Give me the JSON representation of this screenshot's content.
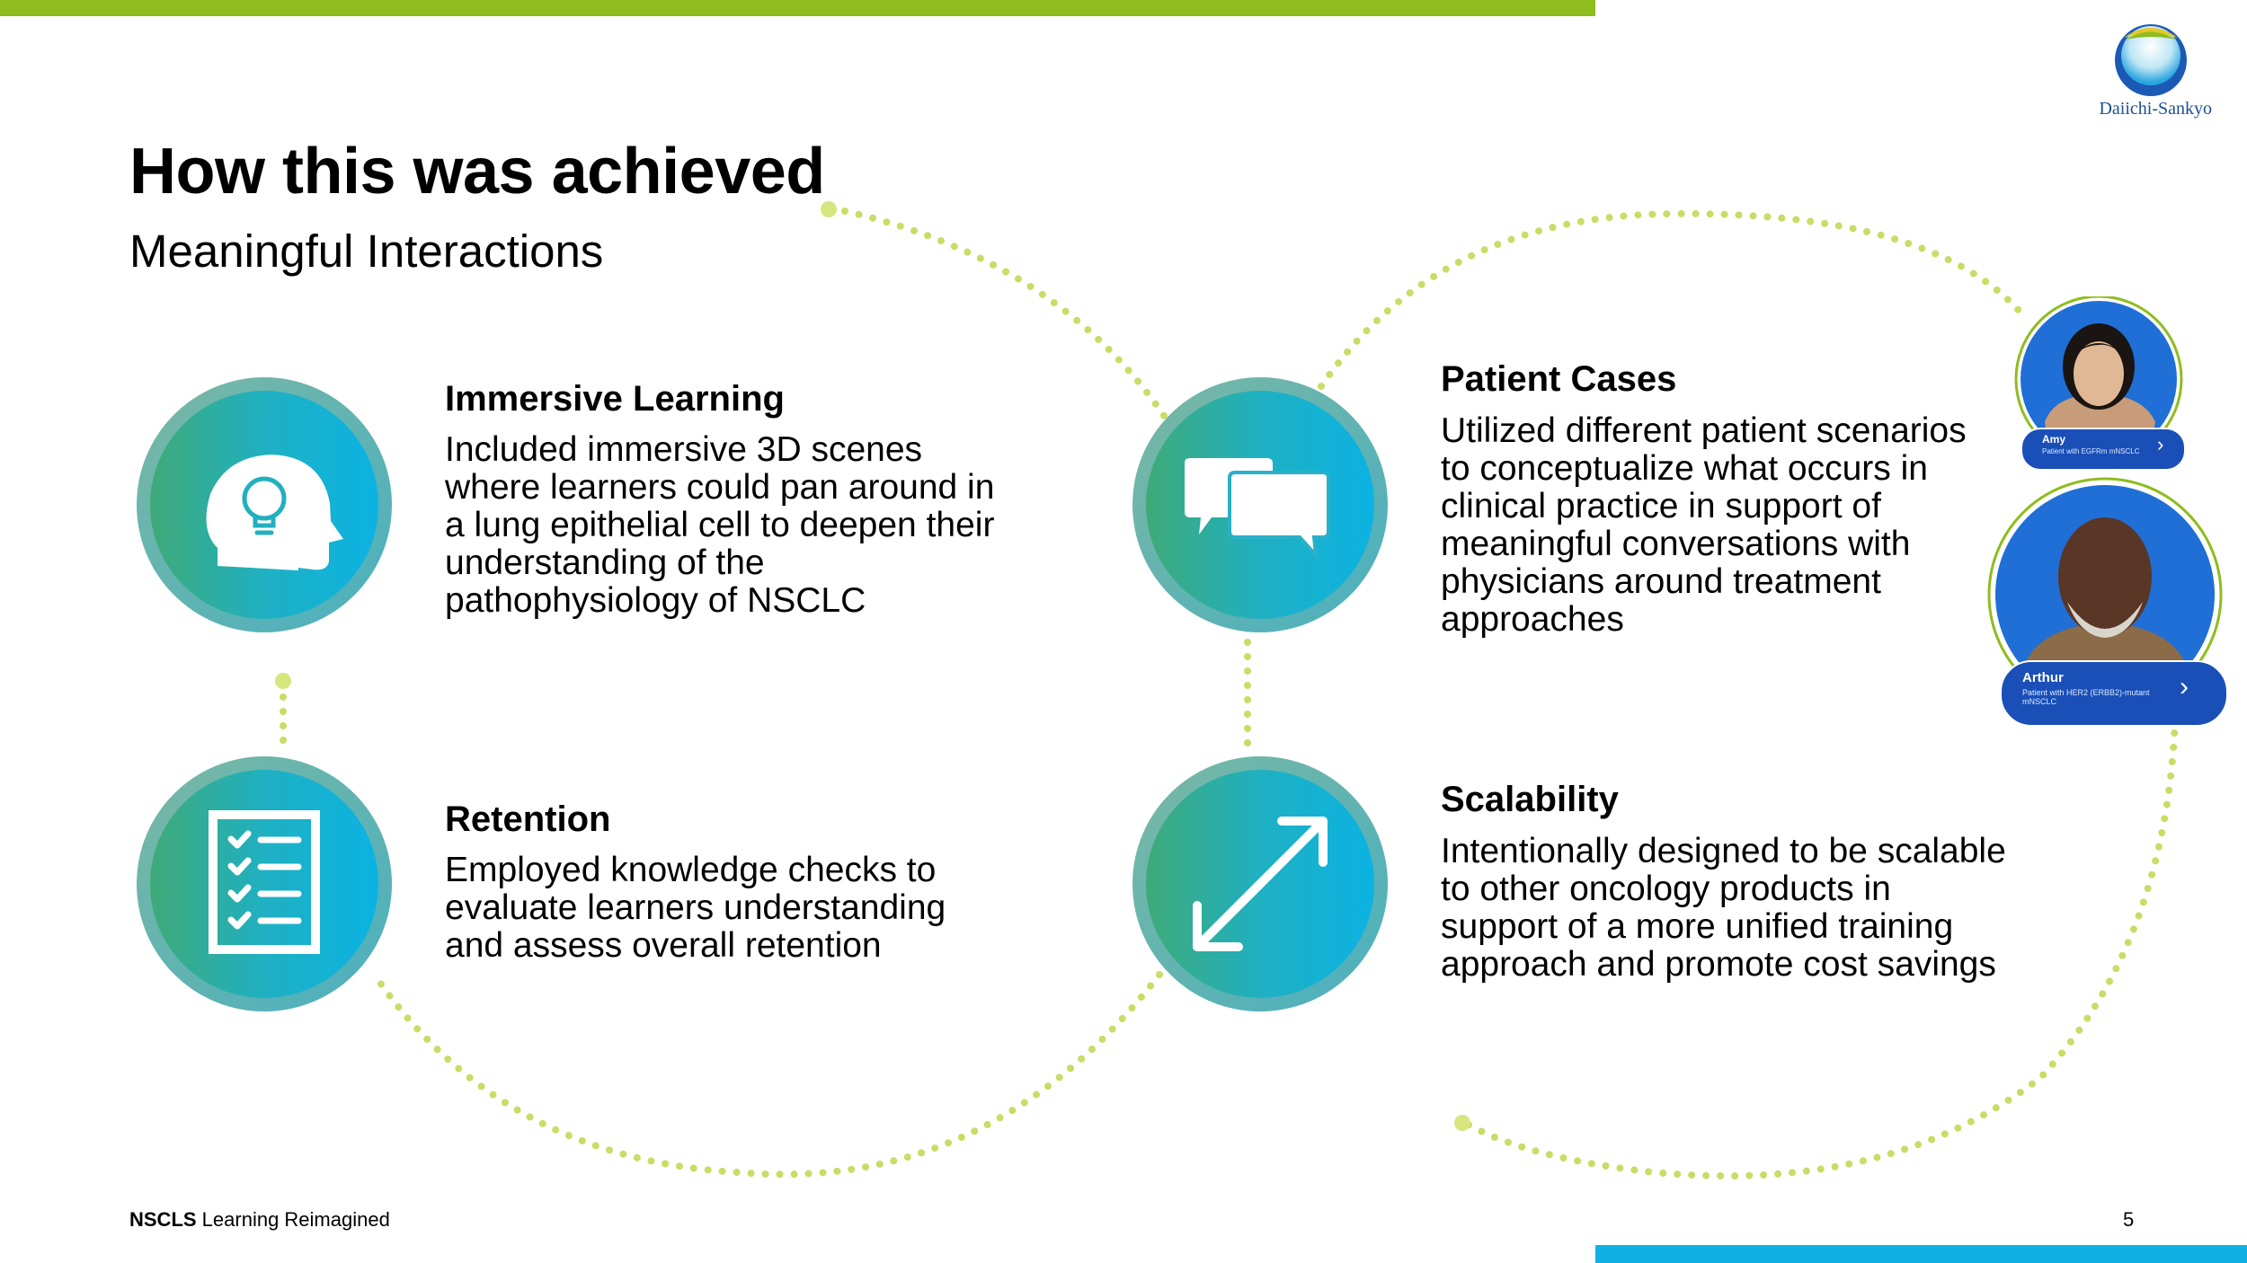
{
  "header": {
    "title": "How this was achieved",
    "subtitle": "Meaningful Interactions"
  },
  "brand": {
    "logo_text": "Daiichi-Sankyo",
    "accent_green": "#8fbc1e",
    "accent_blue": "#0fb0e4"
  },
  "features": [
    {
      "title": "Immersive Learning",
      "body": "Included immersive 3D scenes where learners could pan around in a lung epithelial cell to deepen their understanding of the pathophysiology of NSCLC",
      "icon": "head-lightbulb-icon"
    },
    {
      "title": "Retention",
      "body": "Employed knowledge checks to evaluate learners understanding and assess overall retention",
      "icon": "checklist-icon"
    },
    {
      "title": "Patient Cases",
      "body": "Utilized different patient scenarios to conceptualize what occurs in clinical practice in support of meaningful conversations with physicians around treatment approaches",
      "icon": "chat-bubbles-icon"
    },
    {
      "title": "Scalability",
      "body": "Intentionally designed to be scalable to other oncology products in support of a more unified training approach and promote cost savings",
      "icon": "resize-arrows-icon"
    }
  ],
  "patients": [
    {
      "name": "Amy",
      "description": "Patient with EGFRm mNSCLC"
    },
    {
      "name": "Arthur",
      "description": "Patient with HER2 (ERBB2)-mutant mNSCLC"
    }
  ],
  "footer": {
    "brand": "NSCLS",
    "text": " Learning Reimagined",
    "page_number": "5"
  }
}
